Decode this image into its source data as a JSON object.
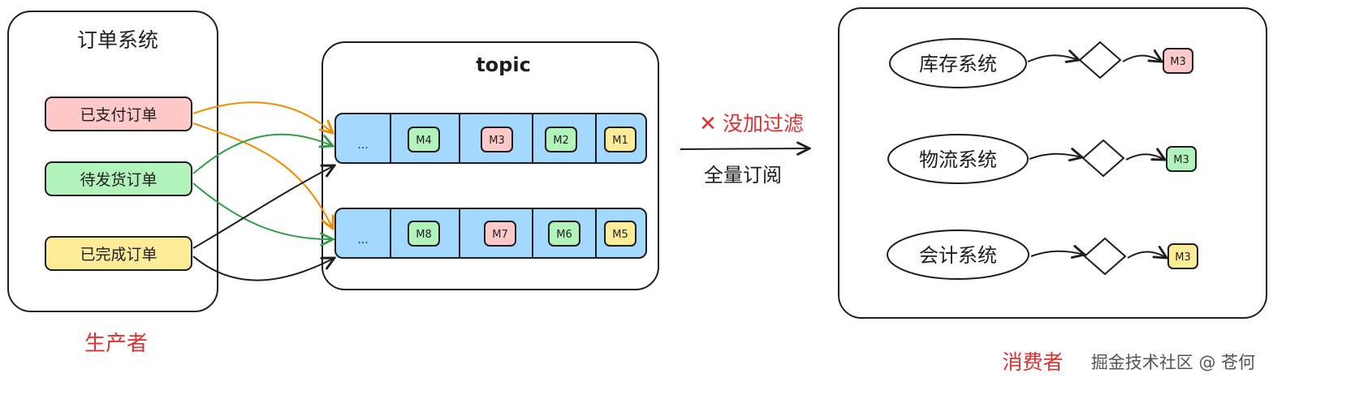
{
  "producer": {
    "title": "订单系统",
    "caption": "生产者",
    "orders": [
      {
        "label": "已支付订单",
        "color": "#ffc9c9"
      },
      {
        "label": "待发货订单",
        "color": "#b2f2bb"
      },
      {
        "label": "已完成订单",
        "color": "#ffec99"
      }
    ]
  },
  "topic": {
    "title": "topic",
    "partitions": [
      {
        "ellipsis": "...",
        "messages": [
          {
            "label": "M4",
            "color": "#b2f2bb"
          },
          {
            "label": "M3",
            "color": "#ffc9c9"
          },
          {
            "label": "M2",
            "color": "#b2f2bb"
          },
          {
            "label": "M1",
            "color": "#ffec99"
          }
        ]
      },
      {
        "ellipsis": "...",
        "messages": [
          {
            "label": "M8",
            "color": "#b2f2bb"
          },
          {
            "label": "M7",
            "color": "#ffc9c9"
          },
          {
            "label": "M6",
            "color": "#b2f2bb"
          },
          {
            "label": "M5",
            "color": "#ffec99"
          }
        ]
      }
    ],
    "partition_color": "#a5d8ff"
  },
  "subscription": {
    "no_filter_mark": "✕",
    "no_filter_label": "没加过滤",
    "mode_label": "全量订阅",
    "warning_color": "#e03131"
  },
  "consumer": {
    "caption": "消费者",
    "systems": [
      {
        "label": "库存系统",
        "message": "M3",
        "color": "#ffc9c9"
      },
      {
        "label": "物流系统",
        "message": "M3",
        "color": "#b2f2bb"
      },
      {
        "label": "会计系统",
        "message": "M3",
        "color": "#ffec99"
      }
    ]
  },
  "watermark": "掘金技术社区 @ 苍何",
  "colors": {
    "stroke": "#1e1e1e",
    "paid_arrow": "#f08c00",
    "shipping_arrow": "#2f9e44",
    "done_arrow": "#1e1e1e"
  }
}
